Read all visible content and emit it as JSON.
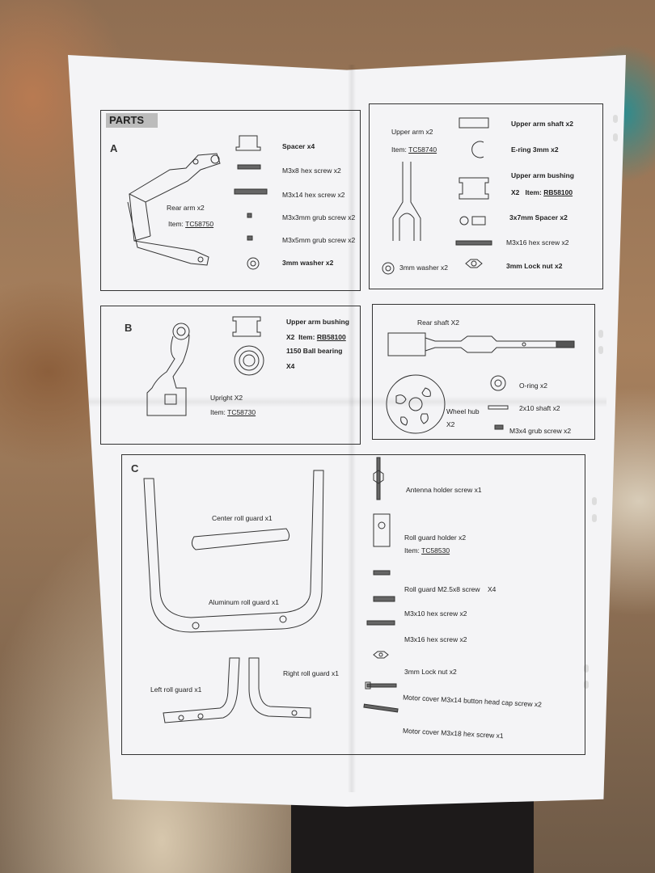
{
  "header": {
    "title": "PARTS"
  },
  "panel_a": {
    "section": "A",
    "rear_arm": {
      "label": "Rear arm x2",
      "item_prefix": "Item:",
      "item_code": "TC58750"
    },
    "parts": [
      "Spacer x4",
      "M3x8 hex screw x2",
      "M3x14 hex screw x2",
      "M3x3mm grub screw x2",
      "M3x5mm grub screw x2",
      "3mm washer x2"
    ]
  },
  "panel_a2": {
    "upper_arm": {
      "label": "Upper arm x2",
      "item_prefix": "Item:",
      "item_code": "TC58740"
    },
    "washer": "3mm washer x2",
    "parts": [
      "Upper arm shaft x2",
      "E-ring 3mm x2",
      "Upper arm bushing",
      "3x7mm Spacer x2",
      "M3x16 hex screw x2",
      "3mm Lock nut x2"
    ],
    "bushing_qty": "X2",
    "bushing_item_prefix": "Item:",
    "bushing_item_code": "RB58100"
  },
  "panel_b": {
    "section": "B",
    "bushing_label": "Upper arm bushing",
    "bushing_qty": "X2",
    "bushing_item_prefix": "Item:",
    "bushing_item_code": "RB58100",
    "bearing_label": "1150 Ball bearing",
    "bearing_qty": "X4",
    "upright": {
      "label": "Upright X2",
      "item_prefix": "Item:",
      "item_code": "TC58730"
    }
  },
  "panel_b2": {
    "rear_shaft": "Rear shaft X2",
    "oring": "O-ring x2",
    "shaft": "2x10 shaft x2",
    "wheel_hub": "Wheel hub",
    "wheel_hub_qty": "X2",
    "grub": "M3x4 grub screw x2"
  },
  "panel_c": {
    "section": "C",
    "center_roll_guard": "Center roll guard x1",
    "aluminum_roll_guard": "Aluminum roll guard x1",
    "left_roll_guard": "Left roll guard x1",
    "right_roll_guard": "Right roll guard x1",
    "antenna_screw": "Antenna holder screw x1",
    "roll_guard_holder": "Roll guard holder x2",
    "roll_guard_holder_item_prefix": "Item:",
    "roll_guard_holder_item_code": "TC58530",
    "roll_guard_screw": "Roll guard M2.5x8 screw",
    "roll_guard_screw_qty": "X4",
    "m3x10": "M3x10 hex screw x2",
    "m3x16": "M3x16 hex screw x2",
    "lock_nut": "3mm Lock nut x2",
    "motor_cover_m3x14": "Motor cover M3x14 button head cap screw x2",
    "motor_cover_m3x18": "Motor cover M3x18 hex screw x1"
  }
}
